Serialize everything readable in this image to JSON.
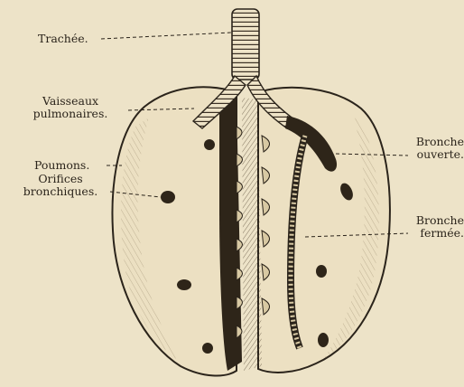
{
  "labels": {
    "trachee": "Trachée.",
    "vaisseaux_l1": "Vaisseaux",
    "vaisseaux_l2": "pulmonaires.",
    "poumons": "Poumons.",
    "orifices_l1": "Orifices",
    "orifices_l2": "bronchiques.",
    "bronche_ouverte_l1": "Bronche",
    "bronche_ouverte_l2": "ouverte.",
    "bronche_fermee_l1": "Bronche",
    "bronche_fermee_l2": "fermée."
  },
  "colors": {
    "paper": "#ede3c8",
    "ink": "#2b241b",
    "lung_fill": "#e9dcbc"
  }
}
